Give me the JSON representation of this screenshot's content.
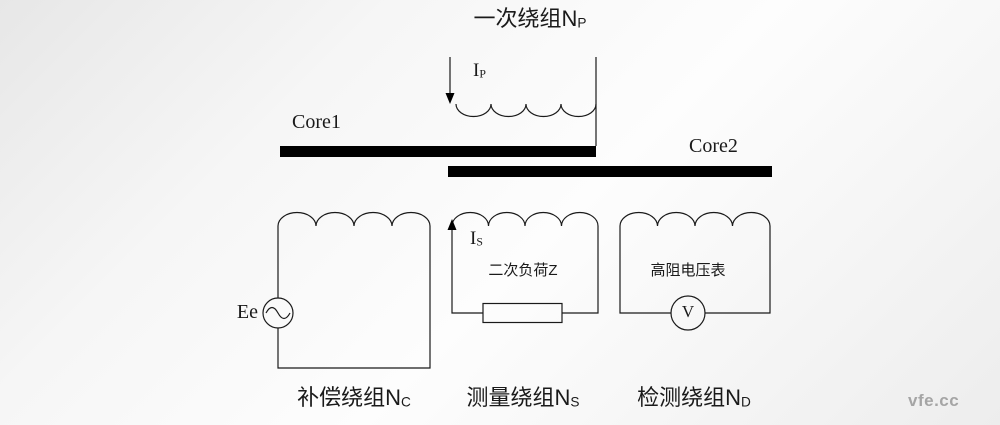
{
  "diagram": {
    "title": {
      "text": "一次绕组N",
      "sub": "P"
    },
    "primary_current": {
      "text": "I",
      "sub": "P"
    },
    "core1_label": "Core1",
    "core2_label": "Core2",
    "source_label": "Ee",
    "secondary_current": {
      "text": "I",
      "sub": "S"
    },
    "load_label": "二次负荷Z",
    "voltmeter_label": "高阻电压表",
    "voltmeter_symbol": "V",
    "windings": {
      "compensation": {
        "text": "补偿绕组N",
        "sub": "C"
      },
      "measuring": {
        "text": "测量绕组N",
        "sub": "S"
      },
      "detection": {
        "text": "检测绕组N",
        "sub": "D"
      }
    }
  },
  "watermark": "vfe.cc",
  "colors": {
    "stroke": "#1a1a1a",
    "core": "#000000"
  }
}
